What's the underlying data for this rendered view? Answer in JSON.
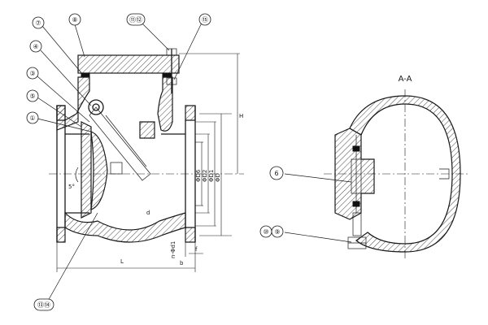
{
  "section_title": "A-A",
  "callouts": {
    "c7": "⑦",
    "c8": "⑧",
    "c11_12": "⑪⑫",
    "c15": "⑮",
    "c4": "④",
    "c3": "③",
    "c5": "⑤",
    "c1": "①",
    "c13_14": "⑬⑭",
    "s6": "6",
    "s10": "⑩",
    "s9": "⑨"
  },
  "dims": {
    "H": "H",
    "L": "L",
    "angle": "5°",
    "d": "d",
    "D": "ΦD",
    "D1": "ΦD1",
    "D2": "ΦD2",
    "D6": "ΦD6",
    "n_d1": "n-Φd1",
    "b": "b",
    "f": "f"
  }
}
